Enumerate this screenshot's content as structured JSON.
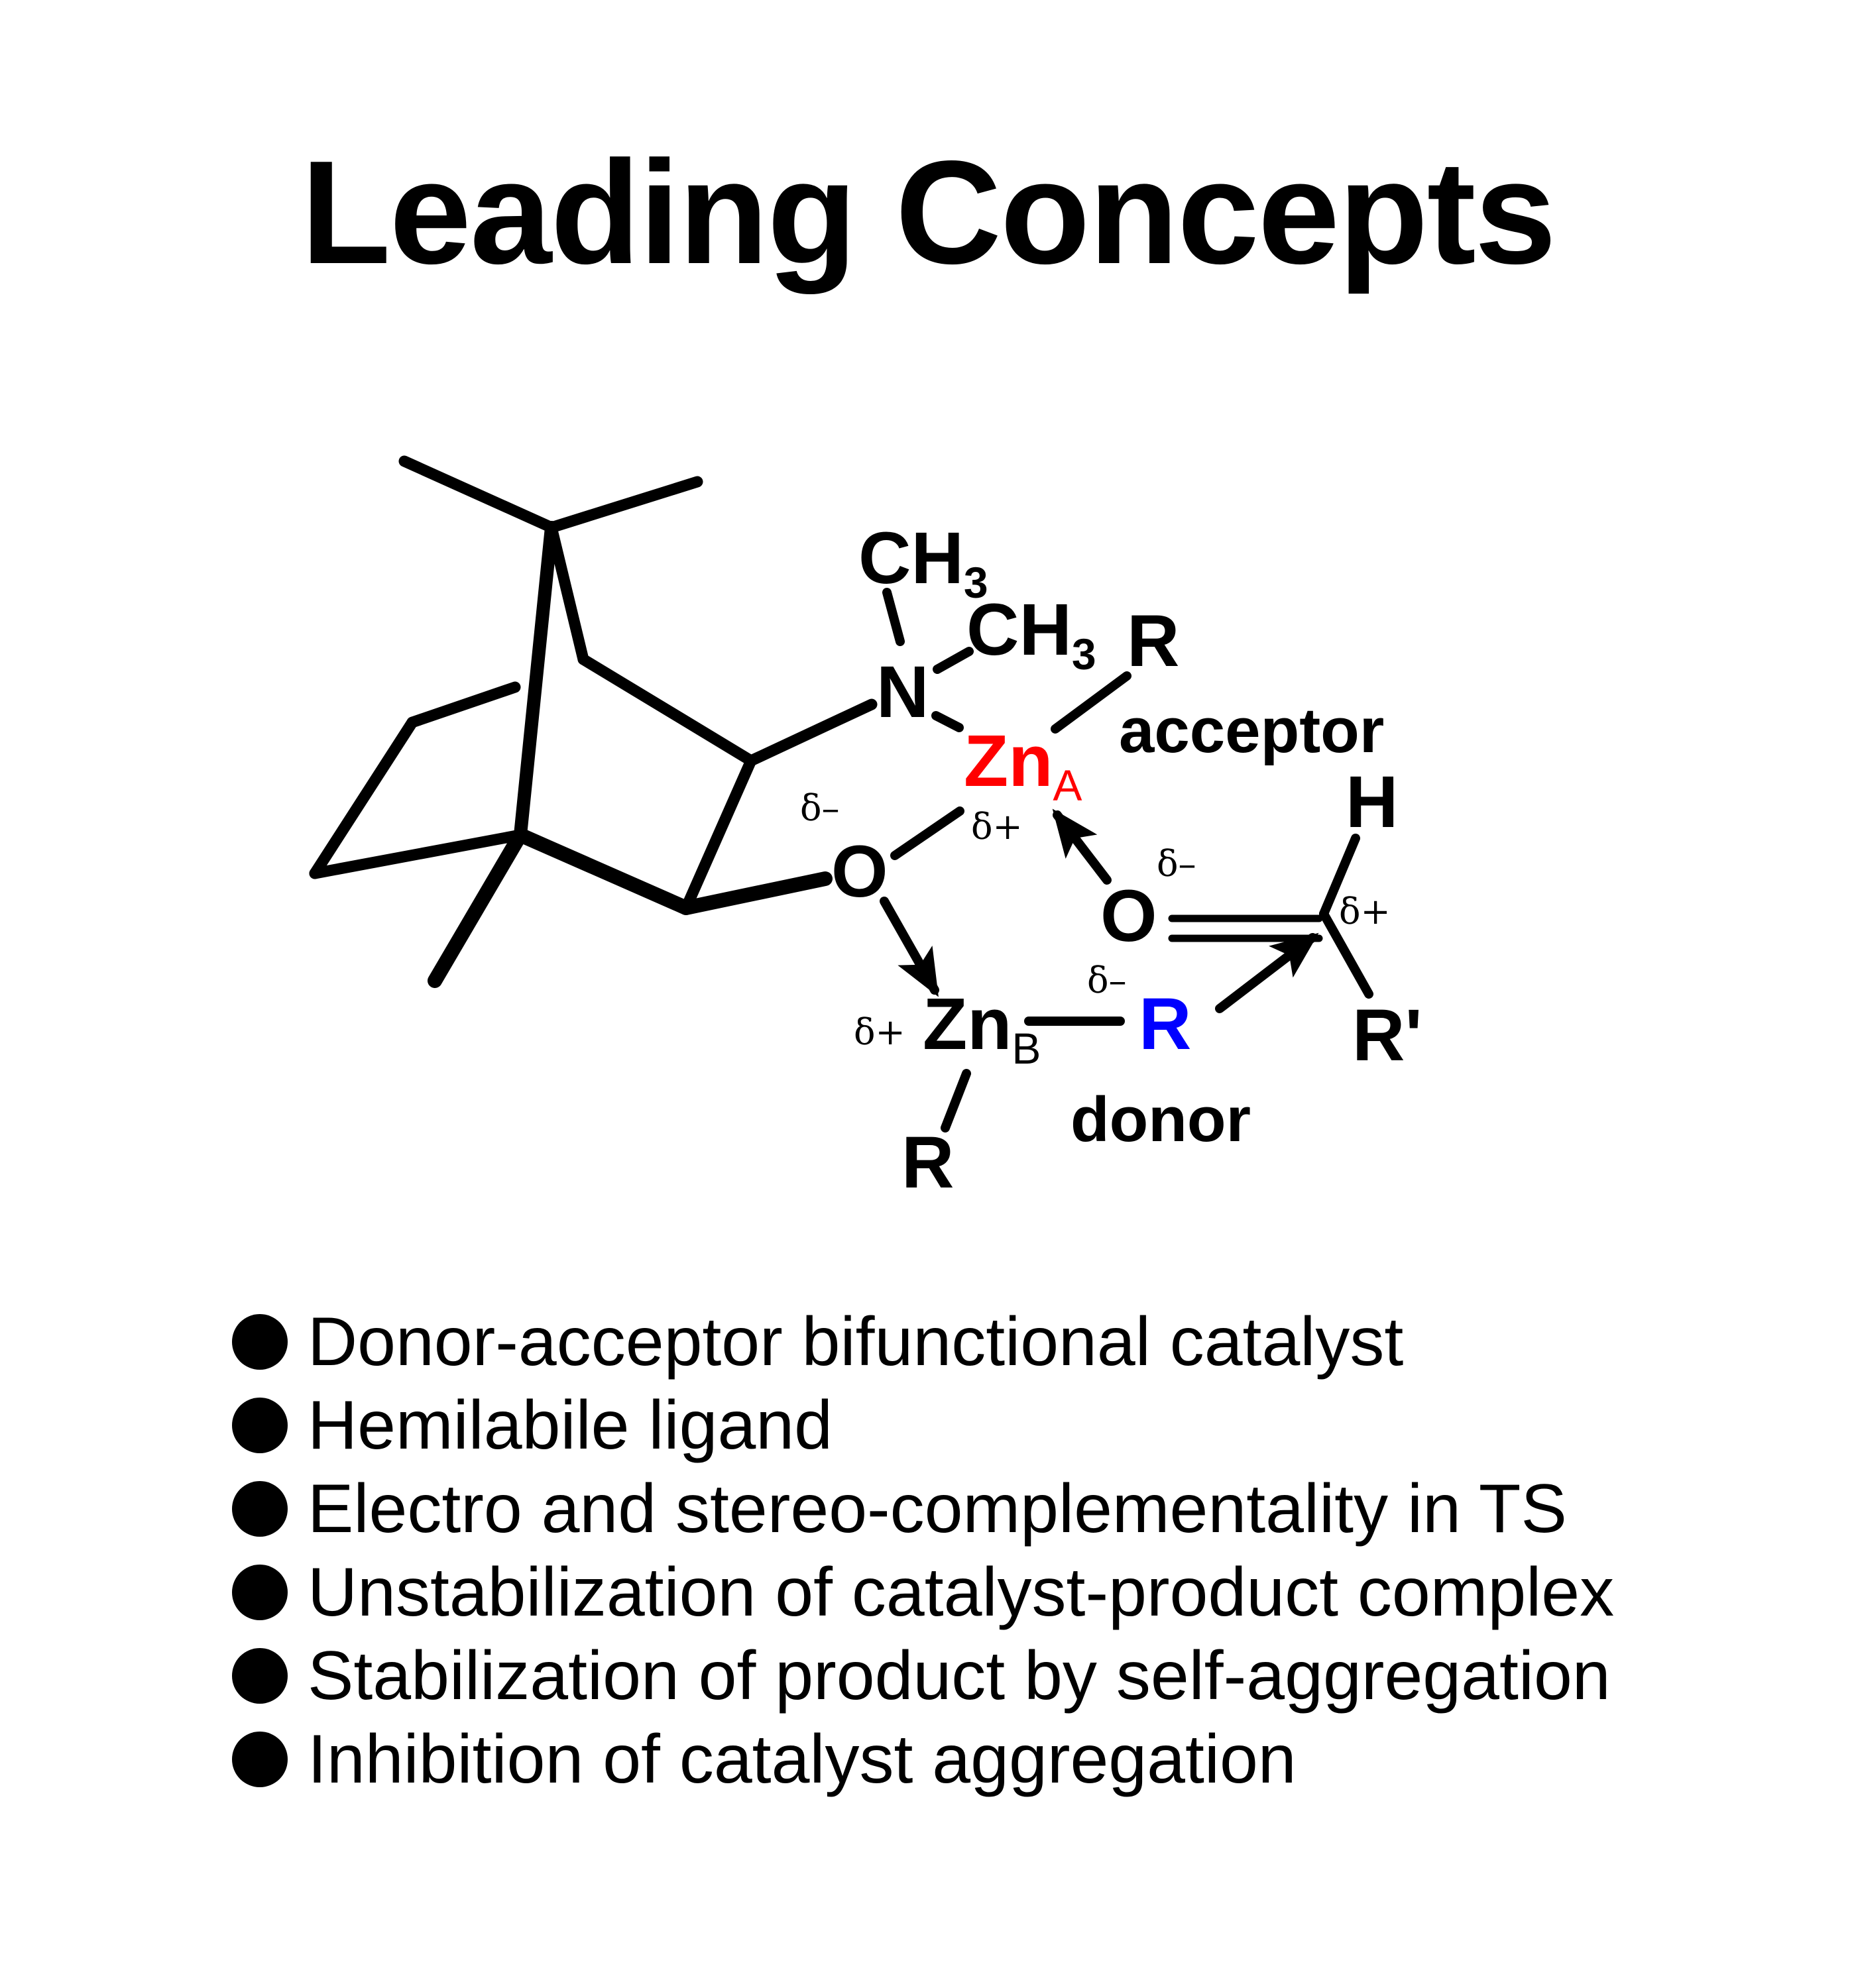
{
  "title": "Leading Concepts",
  "diagram": {
    "labels": {
      "ch3_top": "CH",
      "ch3_top_sub": "3",
      "ch3_mid": "CH",
      "ch3_mid_sub": "3",
      "nitrogen": "N",
      "r_top": "R",
      "zn_a": "Zn",
      "zn_a_sub": "A",
      "acceptor": "acceptor",
      "hydrogen": "H",
      "oxygen_ligand": "O",
      "oxygen_carbonyl": "O",
      "zn_b": "Zn",
      "zn_b_sub": "B",
      "r_donor": "R",
      "r_prime": "R'",
      "donor": "donor",
      "r_bottom": "R"
    },
    "charges": {
      "o_ligand": "δ–",
      "zn_a": "δ+",
      "o_carbonyl": "δ–",
      "carbonyl_carbon": "δ+",
      "zn_b": "δ+",
      "r_donor": "δ–"
    },
    "colors": {
      "zn_a": "#ff0000",
      "r_donor": "#0000ff",
      "default": "#000000"
    }
  },
  "bullets": [
    "Donor-acceptor bifunctional catalyst",
    "Hemilabile ligand",
    "Electro and stereo-complementality in TS",
    "Unstabilization of catalyst-product complex",
    "Stabilization of product by self-aggregation",
    "Inhibition of catalyst aggregation"
  ]
}
